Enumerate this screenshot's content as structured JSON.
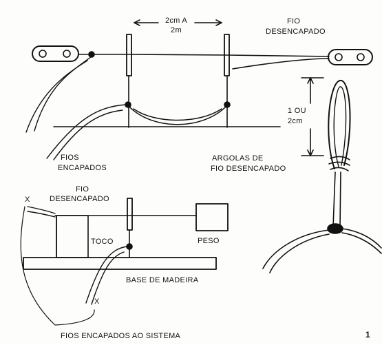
{
  "labels": {
    "spacing_top": "2cm A",
    "spacing_bottom": "2m",
    "bare_wire_top_line1": "FIO",
    "bare_wire_top_line2": "DESENCAPADO",
    "loop_size_line1": "1 OU",
    "loop_size_line2": "2cm",
    "insulated_wires_line1": "FIOS",
    "insulated_wires_line2": "ENCAPADOS",
    "rings_line1": "ARGOLAS  DE",
    "rings_line2": "FIO DESENCAPADO",
    "bare_wire_bottom_line1": "FIO",
    "bare_wire_bottom_line2": "DESENCAPADO",
    "marker_x_left": "X",
    "marker_x_bottom": "X",
    "stump": "TOCO",
    "weight": "PESO",
    "wood_base": "BASE DE MADEIRA",
    "wires_to_system": "FIOS  ENCAPADOS AO SISTEMA",
    "figure_number": "1"
  }
}
